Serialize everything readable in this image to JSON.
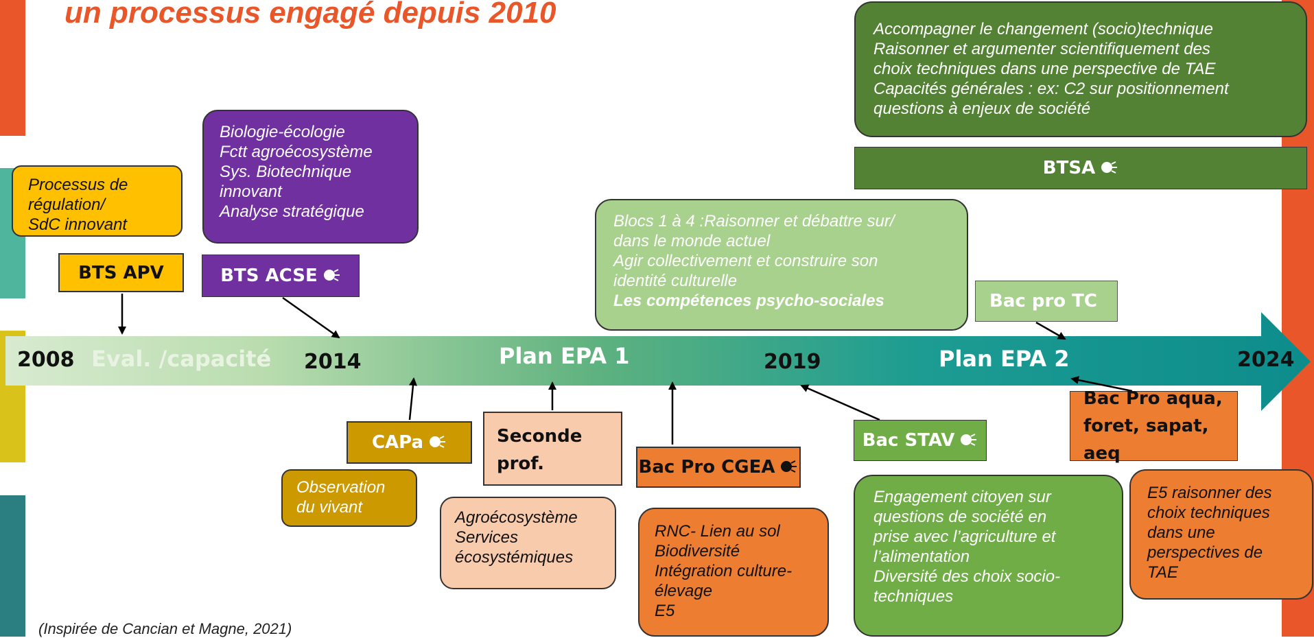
{
  "title": "un processus engagé depuis 2010",
  "source_note": "(Inspirée de Cancian et Magne, 2021)",
  "colors": {
    "title": "#e8562a",
    "bts_apv": "#ffc000",
    "bts_acse": "#7030a0",
    "capa": "#cc9900",
    "seconde": "#f8cbad",
    "cgea": "#ed7d31",
    "stav": "#70ad47",
    "bac_pro_tc": "#a9d18e",
    "btsa": "#548235",
    "aqua": "#ed7d31"
  },
  "timeline": {
    "years": {
      "y2008": "2008",
      "y2014": "2014",
      "y2019": "2019",
      "y2024": "2024"
    },
    "labels": {
      "eval": "Eval. /capacité",
      "plan1": "Plan EPA 1",
      "plan2": "Plan EPA 2"
    }
  },
  "diplomas": {
    "bts_apv": "BTS APV",
    "bts_acse": "BTS ACSE",
    "capa": "CAPa",
    "seconde": "Seconde prof.",
    "cgea": "Bac Pro CGEA",
    "stav": "Bac STAV",
    "tc": "Bac pro TC",
    "aqua_l1": "Bac Pro aqua,",
    "aqua_l2": "foret, sapat, aeq",
    "btsa": "BTSA"
  },
  "notes": {
    "apv": [
      "Processus de",
      "régulation/",
      "SdC innovant"
    ],
    "acse": [
      "Biologie-écologie",
      "Fctt agroécosystème",
      "Sys. Biotechnique",
      "innovant",
      "Analyse stratégique"
    ],
    "capa": [
      "Observation",
      "du vivant"
    ],
    "seconde": [
      "Agroécosystème",
      "Services",
      "écosystémiques"
    ],
    "cgea": [
      "RNC- Lien au sol",
      "Biodiversité",
      "Intégration culture-",
      "élevage",
      "E5"
    ],
    "tc": [
      "Blocs 1 à 4 :Raisonner et débattre sur/",
      "dans le monde actuel",
      "Agir collectivement et construire son",
      "identité culturelle"
    ],
    "tc_bold": "Les compétences psycho-sociales",
    "stav": [
      "Engagement citoyen sur",
      "questions de société en",
      "prise avec l’agriculture et",
      "l’alimentation",
      "Diversité des choix socio-",
      "techniques"
    ],
    "aqua": [
      "E5 raisonner des",
      "choix techniques",
      "dans une",
      "perspectives de",
      "TAE"
    ],
    "btsa": [
      "Accompagner le changement (socio)technique",
      "Raisonner et argumenter scientifiquement des",
      "choix techniques dans une perspective de TAE",
      "Capacités générales : ex: C2 sur positionnement",
      "questions à enjeux de société"
    ]
  }
}
